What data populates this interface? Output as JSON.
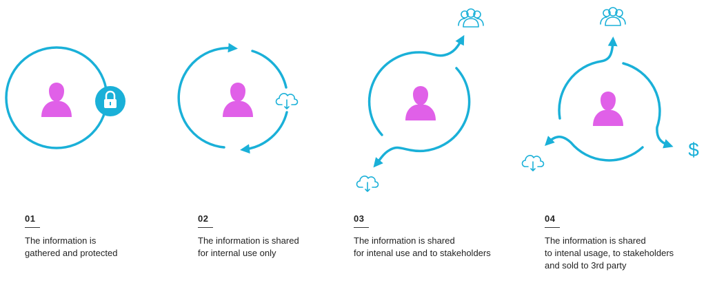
{
  "colors": {
    "accent": "#1ab0d8",
    "person": "#e060e8",
    "text": "#222222"
  },
  "steps": [
    {
      "number": "01",
      "text": "The information is\ngathered and protected",
      "icons": [
        "person-icon",
        "lock-icon"
      ]
    },
    {
      "number": "02",
      "text": "The information is shared\nfor internal use only",
      "icons": [
        "person-icon",
        "cloud-download-icon"
      ]
    },
    {
      "number": "03",
      "text": "The information is shared\nfor intenal use and to stakeholders",
      "icons": [
        "person-icon",
        "group-icon",
        "cloud-download-icon"
      ]
    },
    {
      "number": "04",
      "text": "The information is shared\nto intenal usage, to stakeholders\nand sold to 3rd party",
      "icons": [
        "person-icon",
        "group-icon",
        "cloud-download-icon",
        "dollar-icon"
      ]
    }
  ],
  "dollar_symbol": "$"
}
